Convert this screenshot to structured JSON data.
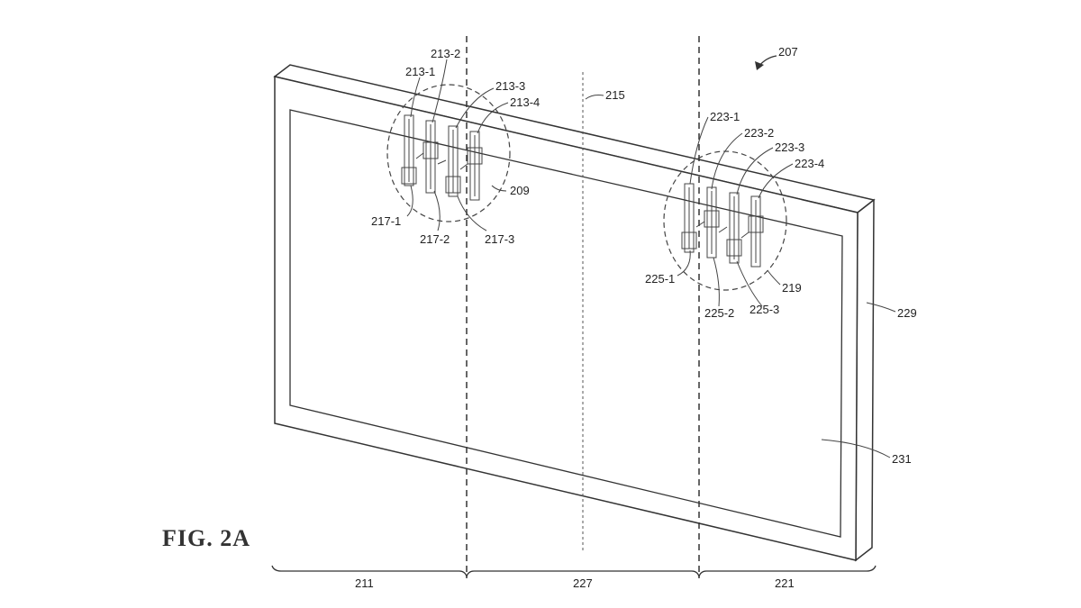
{
  "figure": {
    "title": "FIG. 2A",
    "labels": {
      "l207": "207",
      "l215": "215",
      "l213_1": "213-1",
      "l213_2": "213-2",
      "l213_3": "213-3",
      "l213_4": "213-4",
      "l209": "209",
      "l217_1": "217-1",
      "l217_2": "217-2",
      "l217_3": "217-3",
      "l223_1": "223-1",
      "l223_2": "223-2",
      "l223_3": "223-3",
      "l223_4": "223-4",
      "l219": "219",
      "l225_1": "225-1",
      "l225_2": "225-2",
      "l225_3": "225-3",
      "l229": "229",
      "l231": "231",
      "l211": "211",
      "l227": "227",
      "l221": "221"
    }
  }
}
